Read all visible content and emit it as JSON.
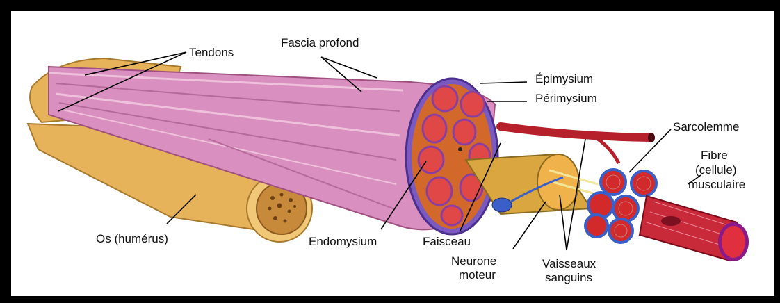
{
  "labels": {
    "tendons": "Tendons",
    "fascia": "Fascia profond",
    "epimysium": "Épimysium",
    "perimysium": "Périmysium",
    "sarcolemme": "Sarcolemme",
    "fibre_1": "Fibre",
    "fibre_2": "(cellule)",
    "fibre_3": "musculaire",
    "os": "Os (humérus)",
    "endomysium": "Endomysium",
    "faisceau": "Faisceau",
    "neurone_1": "Neurone",
    "neurone_2": "moteur",
    "vaisseaux_1": "Vaisseaux",
    "vaisseaux_2": "sanguins"
  },
  "colors": {
    "frame": "#000000",
    "muscle_pink": "#d98fbf",
    "muscle_light": "#efc2dc",
    "bone": "#e6b35a",
    "bone_dark": "#b98a3a",
    "fascicle_red": "#d23a3a",
    "cut_orange": "#d2692a",
    "endo_blue": "#3a5fc8",
    "vessel_red": "#b5202a"
  }
}
